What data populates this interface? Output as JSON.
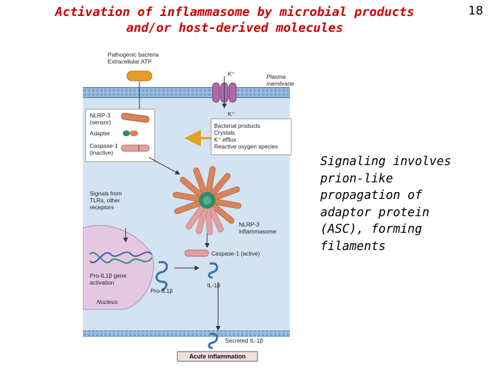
{
  "slide": {
    "title_line1": "Activation of inflammasome by microbial products",
    "title_line2": "and/or host-derived molecules",
    "page_number": "18",
    "caption": "Signaling involves prion-like propagation of adaptor protein (ASC), forming filaments"
  },
  "figure": {
    "pathogen_label": [
      "Pathogenic bacteria",
      "Extracellular ATP"
    ],
    "potassium_in": "K⁺",
    "potassium_out": "K⁺",
    "plasma_membrane": [
      "Plasma",
      "membrane"
    ],
    "legend_nlrp3": [
      "NLRP-3",
      "(sensor)"
    ],
    "legend_adapter": "Adapter",
    "legend_caspase": [
      "Caspase-1",
      "(inactive)"
    ],
    "triggers": [
      "Bacterial products",
      "Crystals",
      "K⁺ efflux",
      "Reactive oxygen species"
    ],
    "signals": [
      "Signals from",
      "TLRs, other",
      "receptors"
    ],
    "inflammasome": [
      "NLRP-3",
      "inflammasome"
    ],
    "caspase_active": "Caspase-1 (active)",
    "gene_activation": [
      "Pro-IL1β gene",
      "activation"
    ],
    "pro_il1b": "Pro-IL1β",
    "il1b": "IL-1β",
    "nucleus": "Nucleus",
    "secreted": "Secreted IL-1β",
    "acute": "Acute inflammation"
  },
  "colors": {
    "title": "#cc0000",
    "cell_background": "#cfe0f0",
    "membrane": "#8fb4d8",
    "nucleus": "#e4c8e2",
    "nlrp3": "#d9835a",
    "adapter": "#2e8b6a",
    "caspase": "#e0a0a0"
  }
}
